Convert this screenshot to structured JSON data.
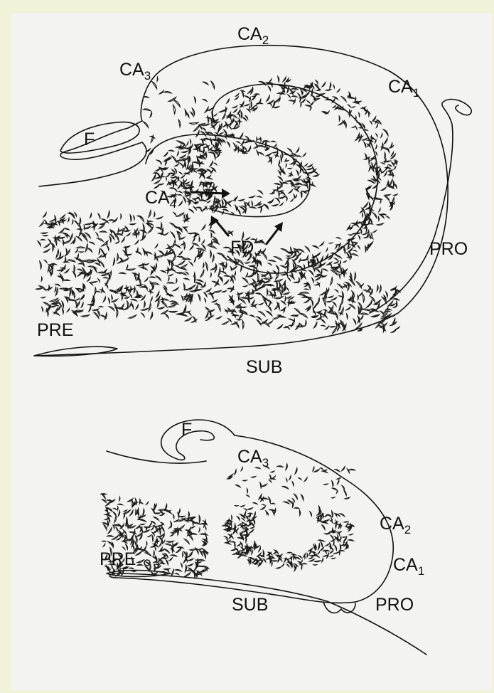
{
  "figure_top": {
    "labels": {
      "ca2": {
        "main": "CA",
        "sub": "2"
      },
      "ca3": {
        "main": "CA",
        "sub": "3"
      },
      "ca1": {
        "main": "CA",
        "sub": "1"
      },
      "ca4": {
        "main": "CA",
        "sub": "4"
      },
      "f": "F",
      "fd": "FD",
      "pro": "PRO",
      "pre": "PRE",
      "sub": "SUB"
    }
  },
  "figure_bottom": {
    "labels": {
      "f": "F",
      "ca3": {
        "main": "CA",
        "sub": "3"
      },
      "ca2": {
        "main": "CA",
        "sub": "2"
      },
      "ca1": {
        "main": "CA",
        "sub": "1"
      },
      "pre": "PRE",
      "sub": "SUB",
      "pro": "PRO"
    }
  },
  "colors": {
    "background": "#f2f2d8",
    "paper": "#f3f3f1",
    "ink": "#111111"
  }
}
